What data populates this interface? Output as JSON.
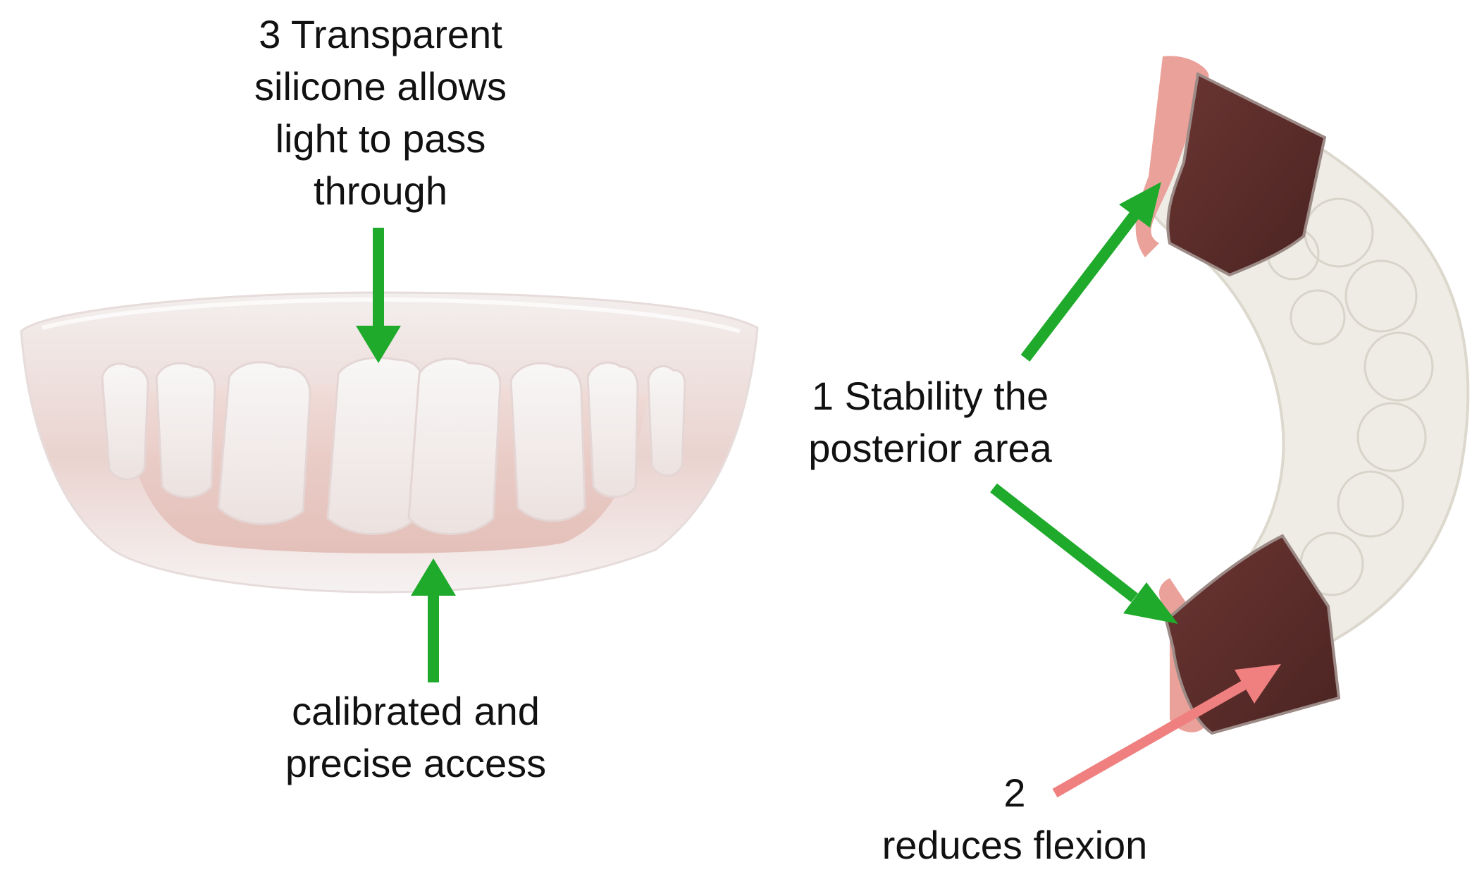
{
  "callouts": {
    "transparent": {
      "lines": [
        "3 Transparent",
        "silicone allows",
        "light to pass",
        "through"
      ],
      "arrow_color": "#1faa2c"
    },
    "access": {
      "lines": [
        "calibrated and",
        "precise access"
      ],
      "arrow_color": "#1faa2c"
    },
    "stability": {
      "lines": [
        "1 Stability  the",
        "posterior area"
      ],
      "arrow_color": "#1faa2c"
    },
    "flexion": {
      "lines": [
        "2",
        "reduces flexion"
      ],
      "arrow_color": "#f08080"
    }
  },
  "photos": {
    "front_view": {
      "subject": "clear silicone dental index, front view",
      "material_colors": [
        "#f4ecea",
        "#e8c4bc"
      ]
    },
    "occlusal_view": {
      "subject": "clear silicone dental index with dark posterior blocks, occlusal view",
      "material_colors": [
        "#eceae2",
        "#5a2d2a",
        "#e9a19a"
      ]
    }
  }
}
